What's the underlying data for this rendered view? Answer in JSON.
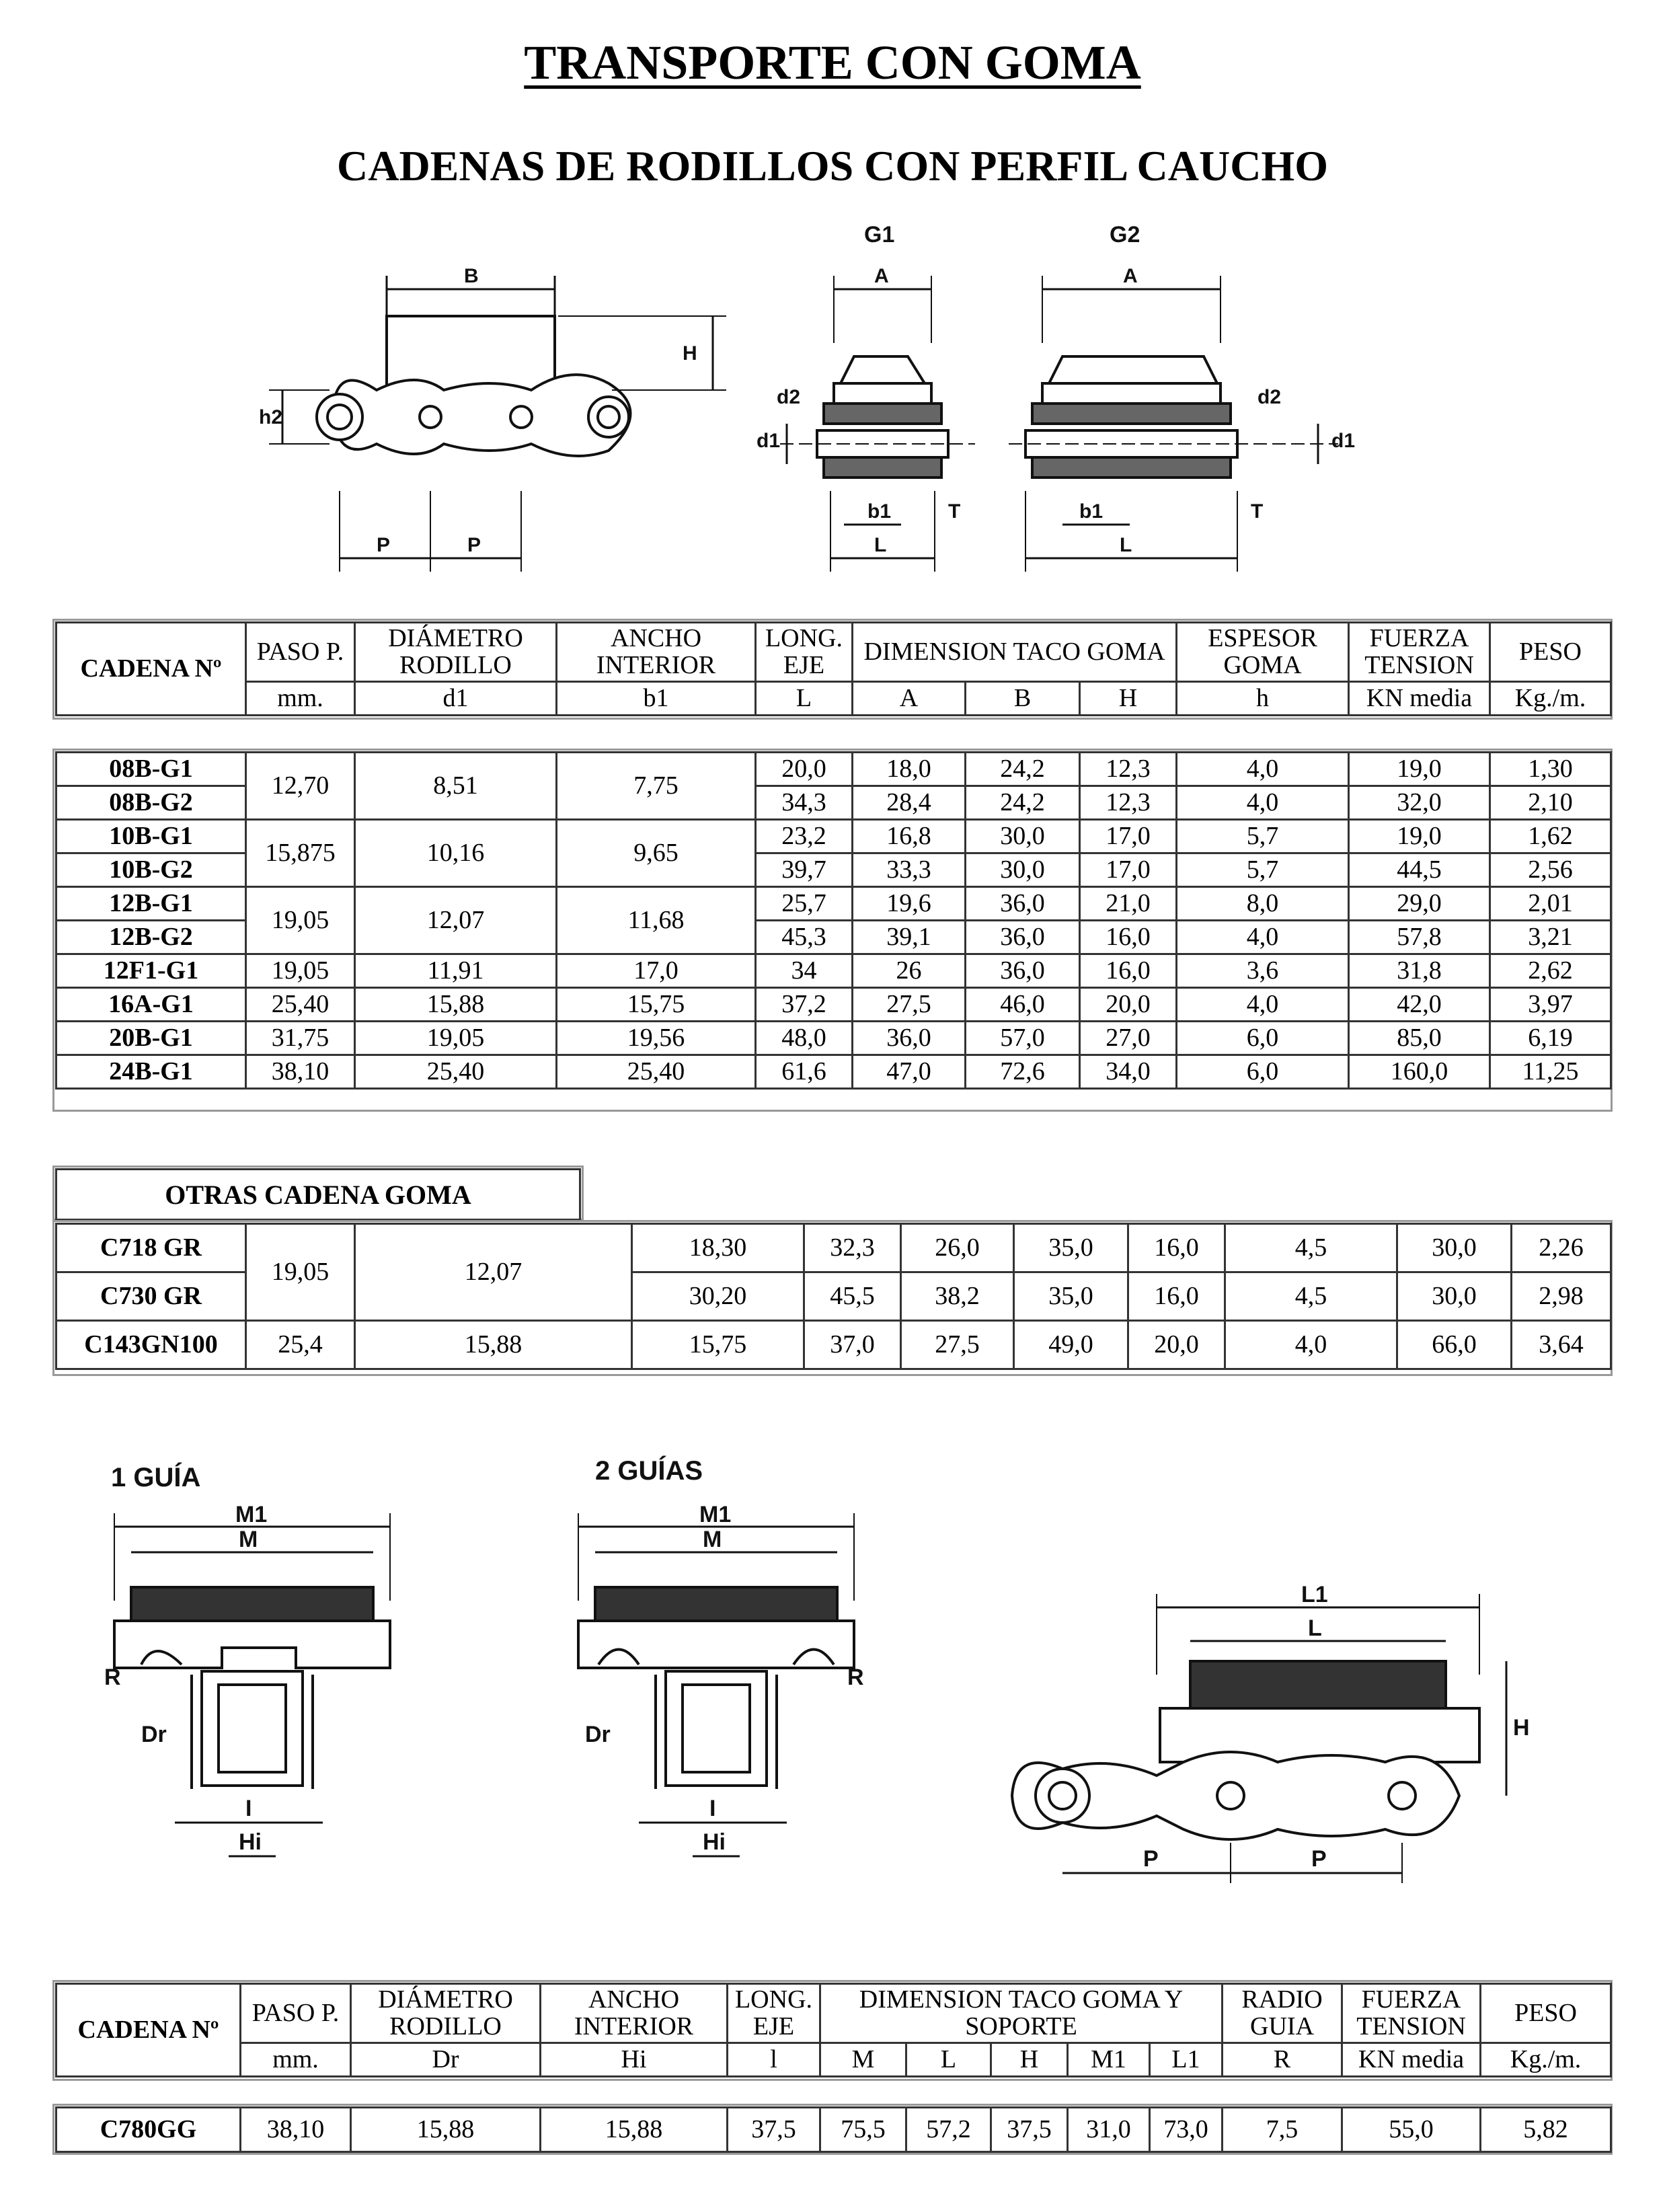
{
  "title": "TRANSPORTE CON GOMA",
  "subtitle": "CADENAS DE RODILLOS CON PERFIL CAUCHO",
  "diagram1": {
    "g1": "G1",
    "g2": "G2",
    "a": "A",
    "b": "B",
    "h": "H",
    "h2": "h2",
    "p": "P",
    "d1": "d1",
    "d2": "d2",
    "b1": "b1",
    "l": "L",
    "t": "T"
  },
  "table1": {
    "headers": {
      "cadena": "CADENA Nº",
      "paso": "PASO P.",
      "diametro_1": "DIÁMETRO",
      "diametro_2": "RODILLO",
      "ancho_1": "ANCHO",
      "ancho_2": "INTERIOR",
      "long_1": "LONG.",
      "long_2": "EJE",
      "dimension": "DIMENSION TACO GOMA",
      "espesor_1": "ESPESOR",
      "espesor_2": "GOMA",
      "fuerza_1": "FUERZA",
      "fuerza_2": "TENSION",
      "peso": "PESO"
    },
    "units": [
      "mm.",
      "d1",
      "b1",
      "L",
      "A",
      "B",
      "H",
      "h",
      "KN media",
      "Kg./m."
    ],
    "rows": [
      {
        "name": "08B-G1",
        "paso": "12,70",
        "d1": "8,51",
        "b1": "7,75",
        "L": "20,0",
        "A": "18,0",
        "B": "24,2",
        "H": "12,3",
        "h": "4,0",
        "f": "19,0",
        "p": "1,30"
      },
      {
        "name": "08B-G2",
        "L": "34,3",
        "A": "28,4",
        "B": "24,2",
        "H": "12,3",
        "h": "4,0",
        "f": "32,0",
        "p": "2,10"
      },
      {
        "name": "10B-G1",
        "paso": "15,875",
        "d1": "10,16",
        "b1": "9,65",
        "L": "23,2",
        "A": "16,8",
        "B": "30,0",
        "H": "17,0",
        "h": "5,7",
        "f": "19,0",
        "p": "1,62"
      },
      {
        "name": "10B-G2",
        "L": "39,7",
        "A": "33,3",
        "B": "30,0",
        "H": "17,0",
        "h": "5,7",
        "f": "44,5",
        "p": "2,56"
      },
      {
        "name": "12B-G1",
        "paso": "19,05",
        "d1": "12,07",
        "b1": "11,68",
        "L": "25,7",
        "A": "19,6",
        "B": "36,0",
        "H": "21,0",
        "h": "8,0",
        "f": "29,0",
        "p": "2,01"
      },
      {
        "name": "12B-G2",
        "L": "45,3",
        "A": "39,1",
        "B": "36,0",
        "H": "16,0",
        "h": "4,0",
        "f": "57,8",
        "p": "3,21"
      },
      {
        "name": "12F1-G1",
        "paso": "19,05",
        "d1": "11,91",
        "b1": "17,0",
        "L": "34",
        "A": "26",
        "B": "36,0",
        "H": "16,0",
        "h": "3,6",
        "f": "31,8",
        "p": "2,62"
      },
      {
        "name": "16A-G1",
        "paso": "25,40",
        "d1": "15,88",
        "b1": "15,75",
        "L": "37,2",
        "A": "27,5",
        "B": "46,0",
        "H": "20,0",
        "h": "4,0",
        "f": "42,0",
        "p": "3,97"
      },
      {
        "name": "20B-G1",
        "paso": "31,75",
        "d1": "19,05",
        "b1": "19,56",
        "L": "48,0",
        "A": "36,0",
        "B": "57,0",
        "H": "27,0",
        "h": "6,0",
        "f": "85,0",
        "p": "6,19"
      },
      {
        "name": "24B-G1",
        "paso": "38,10",
        "d1": "25,40",
        "b1": "25,40",
        "L": "61,6",
        "A": "47,0",
        "B": "72,6",
        "H": "34,0",
        "h": "6,0",
        "f": "160,0",
        "p": "11,25"
      }
    ]
  },
  "table2": {
    "heading": "OTRAS CADENA GOMA",
    "rows": [
      {
        "name": "C718 GR",
        "paso": "19,05",
        "d1": "12,07",
        "c1": "18,30",
        "c2": "32,3",
        "c3": "26,0",
        "c4": "35,0",
        "c5": "16,0",
        "c6": "4,5",
        "c7": "30,0",
        "c8": "2,26"
      },
      {
        "name": "C730 GR",
        "c1": "30,20",
        "c2": "45,5",
        "c3": "38,2",
        "c4": "35,0",
        "c5": "16,0",
        "c6": "4,5",
        "c7": "30,0",
        "c8": "2,98"
      },
      {
        "name": "C143GN100",
        "paso": "25,4",
        "d1": "15,88",
        "c1": "15,75",
        "c2": "37,0",
        "c3": "27,5",
        "c4": "49,0",
        "c5": "20,0",
        "c6": "4,0",
        "c7": "66,0",
        "c8": "3,64"
      }
    ]
  },
  "diagram2": {
    "guia1": "1 GUÍA",
    "guia2": "2 GUÍAS",
    "m1": "M1",
    "m": "M",
    "r": "R",
    "dr": "Dr",
    "hi": "Hi",
    "i": "I",
    "l1": "L1",
    "l": "L",
    "h": "H",
    "p": "P"
  },
  "table3": {
    "headers": {
      "cadena": "CADENA Nº",
      "paso": "PASO P.",
      "diametro_1": "DIÁMETRO",
      "diametro_2": "RODILLO",
      "ancho_1": "ANCHO",
      "ancho_2": "INTERIOR",
      "long_1": "LONG.",
      "long_2": "EJE",
      "dimension_1": "DIMENSION TACO GOMA Y",
      "dimension_2": "SOPORTE",
      "radio_1": "RADIO",
      "radio_2": "GUIA",
      "fuerza_1": "FUERZA",
      "fuerza_2": "TENSION",
      "peso": "PESO"
    },
    "units": [
      "mm.",
      "Dr",
      "Hi",
      "l",
      "M",
      "L",
      "H",
      "M1",
      "L1",
      "R",
      "KN media",
      "Kg./m."
    ],
    "row": {
      "name": "C780GG",
      "paso": "38,10",
      "dr": "15,88",
      "hi": "15,88",
      "l": "37,5",
      "M": "75,5",
      "L": "57,2",
      "H": "37,5",
      "M1": "31,0",
      "L1": "73,0",
      "R": "7,5",
      "f": "55,0",
      "p": "5,82"
    }
  }
}
